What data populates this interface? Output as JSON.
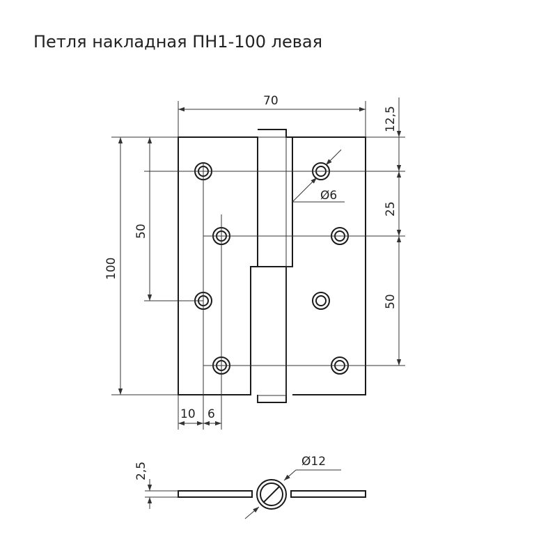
{
  "title": "Петля накладная ПН1-100 левая",
  "dimensions": {
    "width_total": "70",
    "height_total": "100",
    "hole_spacing_left": "50",
    "hole_spacing_right": "50",
    "top_offset": "12,5",
    "hole_step": "25",
    "edge_offset": "10",
    "hole_shift": "6",
    "hole_diameter": "Ø6",
    "knuckle_diameter": "Ø12",
    "plate_thickness": "2,5"
  },
  "colors": {
    "line": "#1a1a1a",
    "background": "#ffffff"
  }
}
